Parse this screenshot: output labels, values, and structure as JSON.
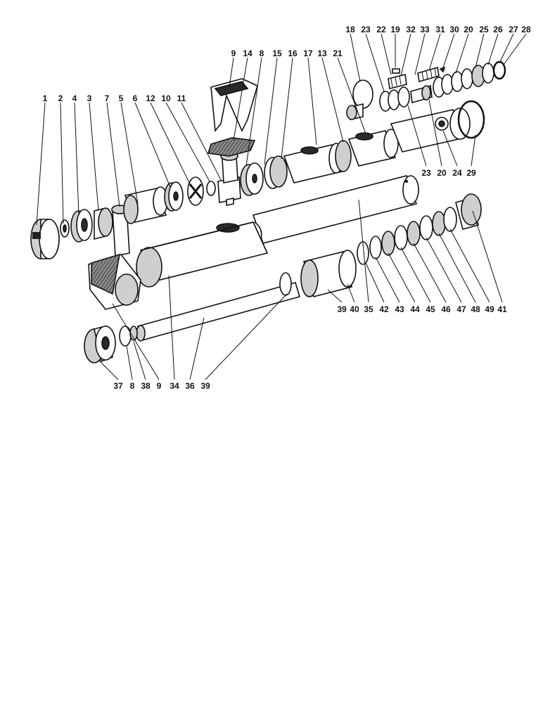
{
  "diagram": {
    "type": "exploded-parts-view",
    "callouts": [
      {
        "id": "c1",
        "label": "1"
      },
      {
        "id": "c2",
        "label": "2"
      },
      {
        "id": "c4",
        "label": "4"
      },
      {
        "id": "c3",
        "label": "3"
      },
      {
        "id": "c7",
        "label": "7"
      },
      {
        "id": "c5",
        "label": "5"
      },
      {
        "id": "c6",
        "label": "6"
      },
      {
        "id": "c12",
        "label": "12"
      },
      {
        "id": "c10",
        "label": "10"
      },
      {
        "id": "c11",
        "label": "11"
      },
      {
        "id": "c9a",
        "label": "9"
      },
      {
        "id": "c14",
        "label": "14"
      },
      {
        "id": "c8a",
        "label": "8"
      },
      {
        "id": "c15",
        "label": "15"
      },
      {
        "id": "c16",
        "label": "16"
      },
      {
        "id": "c17",
        "label": "17"
      },
      {
        "id": "c13",
        "label": "13"
      },
      {
        "id": "c21",
        "label": "21"
      },
      {
        "id": "c18",
        "label": "18"
      },
      {
        "id": "c23a",
        "label": "23"
      },
      {
        "id": "c22",
        "label": "22"
      },
      {
        "id": "c19",
        "label": "19"
      },
      {
        "id": "c32",
        "label": "32"
      },
      {
        "id": "c33",
        "label": "33"
      },
      {
        "id": "c31",
        "label": "31"
      },
      {
        "id": "c30",
        "label": "30"
      },
      {
        "id": "c20a",
        "label": "20"
      },
      {
        "id": "c25",
        "label": "25"
      },
      {
        "id": "c26",
        "label": "26"
      },
      {
        "id": "c27",
        "label": "27"
      },
      {
        "id": "c28",
        "label": "28"
      },
      {
        "id": "c23b",
        "label": "23"
      },
      {
        "id": "c20b",
        "label": "20"
      },
      {
        "id": "c24",
        "label": "24"
      },
      {
        "id": "c29",
        "label": "29"
      },
      {
        "id": "c39a",
        "label": "39"
      },
      {
        "id": "c40",
        "label": "40"
      },
      {
        "id": "c35",
        "label": "35"
      },
      {
        "id": "c42",
        "label": "42"
      },
      {
        "id": "c43",
        "label": "43"
      },
      {
        "id": "c44",
        "label": "44"
      },
      {
        "id": "c45",
        "label": "45"
      },
      {
        "id": "c46",
        "label": "46"
      },
      {
        "id": "c47",
        "label": "47"
      },
      {
        "id": "c48",
        "label": "48"
      },
      {
        "id": "c49",
        "label": "49"
      },
      {
        "id": "c41",
        "label": "41"
      },
      {
        "id": "c37",
        "label": "37"
      },
      {
        "id": "c8b",
        "label": "8"
      },
      {
        "id": "c38",
        "label": "38"
      },
      {
        "id": "c9b",
        "label": "9"
      },
      {
        "id": "c34",
        "label": "34"
      },
      {
        "id": "c36",
        "label": "36"
      },
      {
        "id": "c39b",
        "label": "39"
      }
    ]
  }
}
